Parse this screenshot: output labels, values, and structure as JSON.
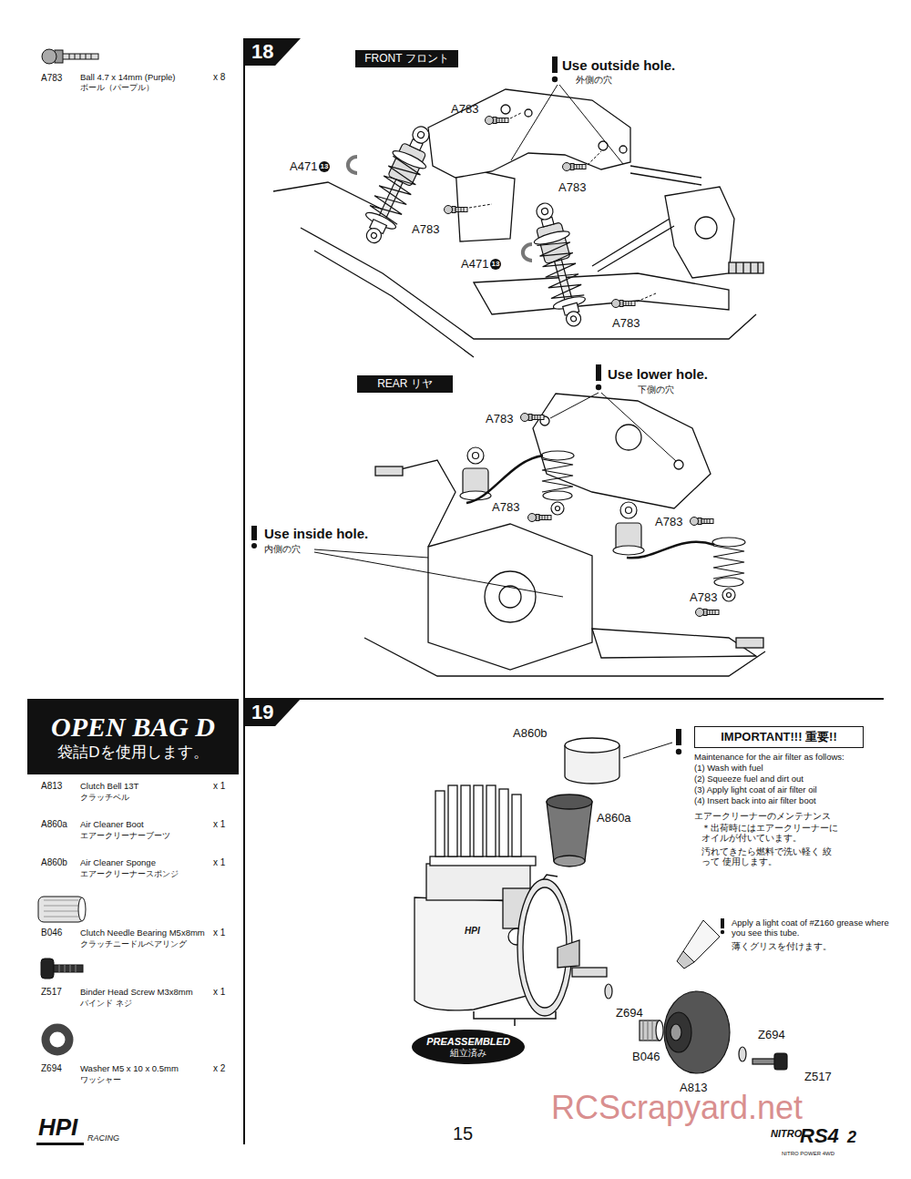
{
  "diagram": {
    "nodes": [
      {
        "text": [
          "18"
        ]
      },
      {
        "text": [
          "FRONT フロント"
        ]
      },
      {
        "text": [
          "REAR リヤ"
        ]
      },
      {
        "text": [
          "OPEN BAG D",
          "袋詰Dを使用します。"
        ]
      },
      {
        "text": [
          "19"
        ]
      },
      {
        "text": [
          "IMPORTANT!!! 重要!!"
        ]
      },
      {
        "text": [
          "PREASSEMBLED",
          "組立済み"
        ]
      }
    ],
    "labels": [
      "A783",
      "Ball 4.7 x 14mm (Purple)",
      "ボール（パープル）",
      "x 8",
      "Use outside hole.",
      "外側の穴",
      "A783",
      "A471",
      "13",
      "A783",
      "A783",
      "A471",
      "13",
      "A783",
      "Use lower hole.",
      "下側の穴",
      "A783",
      "A783",
      "A783",
      "Use inside hole.",
      "内側の穴",
      "A783",
      "A813",
      "Clutch Bell 13T",
      "クラッチベル",
      "x 1",
      "A860a",
      "Air Cleaner Boot",
      "エアークリーナーブーツ",
      "x 1",
      "A860b",
      "Air Cleaner Sponge",
      "エアークリーナースポンジ",
      "x 1",
      "B046",
      "Clutch Needle Bearing M5x8mm",
      "クラッチニードルベアリング",
      "x 1",
      "Z517",
      "Binder Head Screw M3x8mm",
      "バインド ネジ",
      "x 1",
      "Z694",
      "Washer M5 x 10 x 0.5mm",
      "ワッシャー",
      "x 2",
      "A860b",
      "A860a",
      "Maintenance for the air filter as follows:",
      "(1) Wash with fuel",
      "(2) Squeeze fuel and dirt out",
      "(3) Apply light coat of air filter oil",
      "(4) Insert back into air filter boot",
      "エアークリーナーのメンテナンス",
      "＊出荷時にはエアークリーナーに オイルが付いています。",
      "汚れてきたら燃料で洗い軽く 絞って 使用します。",
      "Apply a light coat of #Z160 grease where you see this tube.",
      "薄くグリスを付けます。",
      "HPI",
      "Z694",
      "B046",
      "Z694",
      "Z517",
      "A813",
      "15",
      "HPI",
      "RACING",
      "NITRO",
      "RS4",
      "NITRO POWER 4WD",
      "2",
      "RCScrapyard.net"
    ]
  }
}
